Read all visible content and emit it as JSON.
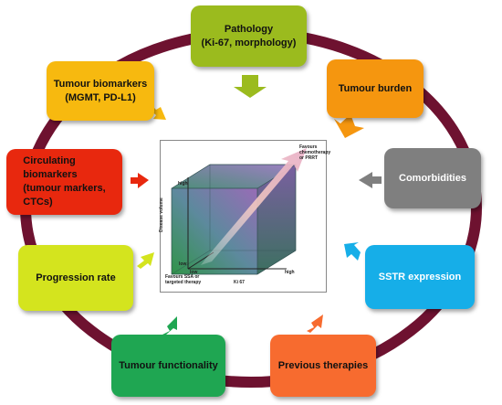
{
  "factors": {
    "pathology": {
      "line1": "Pathology",
      "line2": "(Ki-67, morphology)",
      "color": "#9bbb1e"
    },
    "tumour_burden": {
      "label": "Tumour burden",
      "color": "#f5960f"
    },
    "comorbidities": {
      "label": "Comorbidities",
      "color": "#7f7f7f"
    },
    "sstr_expression": {
      "label": "SSTR expression",
      "color": "#16aee8"
    },
    "previous_therapies": {
      "label": "Previous therapies",
      "color": "#f76b2f"
    },
    "tumour_functionality": {
      "label": "Tumour functionality",
      "color": "#1fa652"
    },
    "progression_rate": {
      "label": "Progression rate",
      "color": "#d4e41e"
    },
    "circulating": {
      "line1": "Circulating",
      "line2": "biomarkers",
      "line3": "(tumour markers,",
      "line4": "CTCs)",
      "color": "#e8280e"
    },
    "tumour_biomarkers": {
      "line1": "Tumour biomarkers",
      "line2": "(MGMT, PD-L1)",
      "color": "#f7b90f"
    }
  },
  "ring_color": "#6e1230",
  "center": {
    "top_right": [
      "Favours",
      "chemotherapy",
      "or PRRT"
    ],
    "bottom_left": [
      "Favours SSA or",
      "targeted therapy"
    ],
    "y_axis": "Disease volume",
    "x_axis": "Ki 67",
    "y_high": "high",
    "y_low": "low",
    "x_low": "low",
    "x_high": "high"
  }
}
